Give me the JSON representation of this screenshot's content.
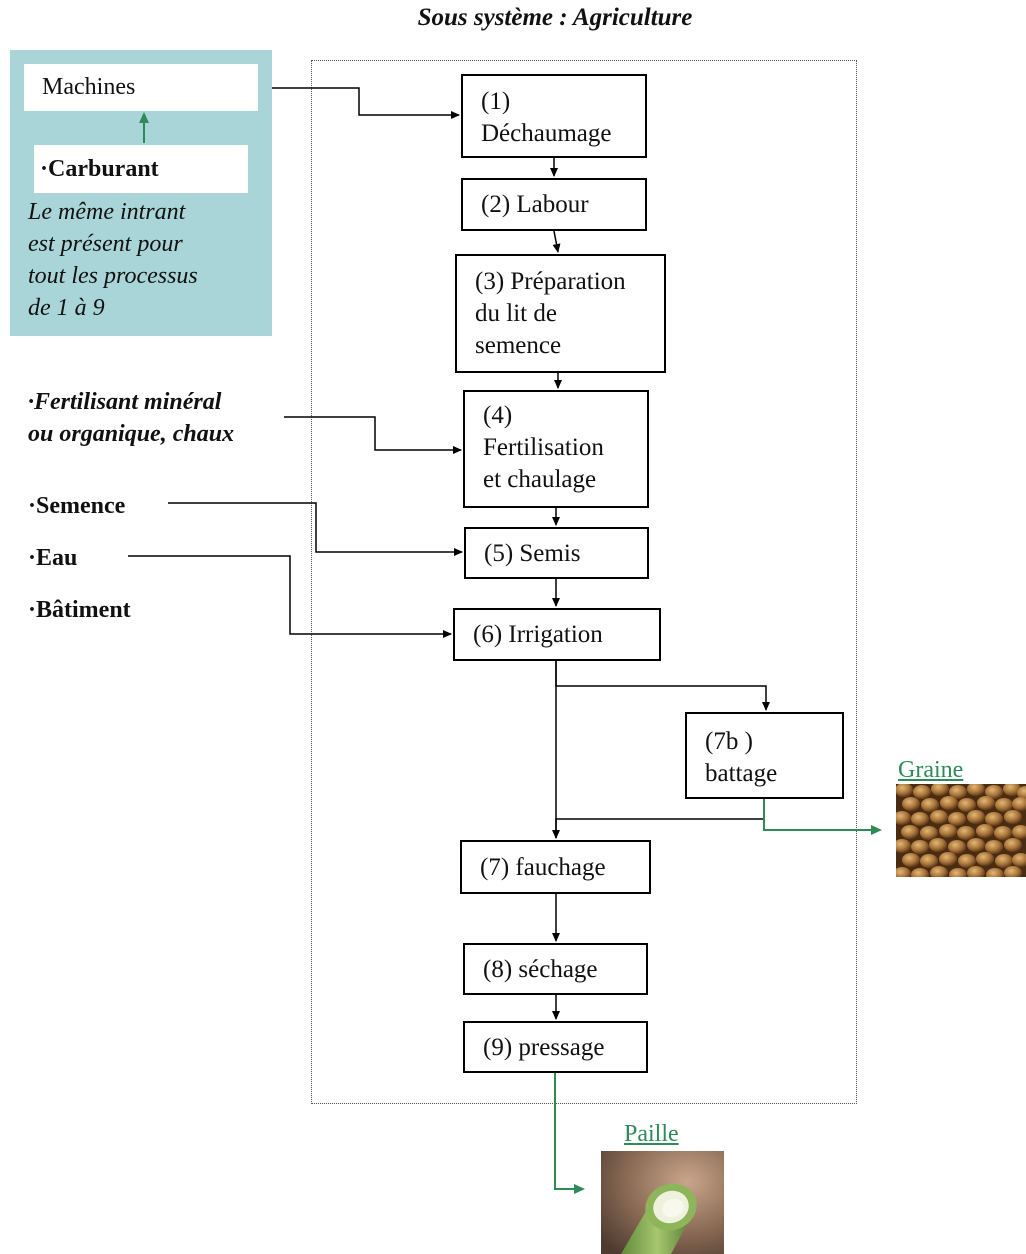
{
  "title": "Sous système : Agriculture",
  "intrants": {
    "machines": "Machines",
    "carburant": "·Carburant",
    "note": [
      "Le même intrant",
      "est présent pour",
      "tout les processus",
      "de 1 à 9"
    ],
    "fertilisant": [
      "·Fertilisant minéral",
      "ou organique, chaux"
    ],
    "semence": "·Semence",
    "eau": "·Eau",
    "batiment": "·Bâtiment"
  },
  "processus": {
    "p1": [
      "(1)",
      "Déchaumage"
    ],
    "p2": "(2) Labour",
    "p3": [
      "(3) Préparation",
      "du lit de",
      "semence"
    ],
    "p4": [
      "(4)",
      "Fertilisation",
      "et chaulage"
    ],
    "p5": "(5) Semis",
    "p6": "(6) Irrigation",
    "p7b": [
      "(7b )",
      "battage"
    ],
    "p7": "(7) fauchage",
    "p8": "(8) séchage",
    "p9": "(9) pressage"
  },
  "produits": {
    "graine": "Graine",
    "paille": "Paille"
  },
  "colors": {
    "panel": "#a9d5d8",
    "green_arrow": "#2e8b57"
  }
}
